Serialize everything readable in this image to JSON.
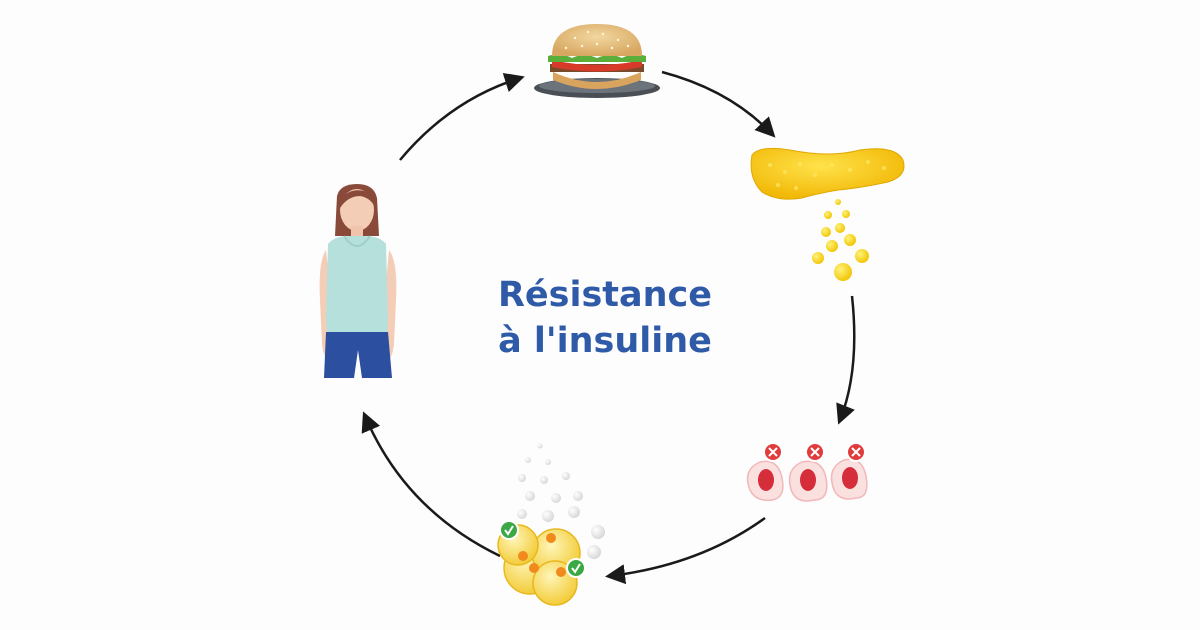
{
  "center_label": {
    "line1": "Résistance",
    "line2": "à l'insuline"
  },
  "stages": [
    {
      "id": "food",
      "icon": "burger-icon"
    },
    {
      "id": "insulin",
      "icon": "pancreas-icon"
    },
    {
      "id": "resistant-cells",
      "icon": "blocked-cells-icon"
    },
    {
      "id": "fat-storage",
      "icon": "fat-cells-icon"
    },
    {
      "id": "weight-gain",
      "icon": "woman-icon"
    }
  ],
  "colors": {
    "title": "#2e5aa8",
    "arrow": "#1a1a1a",
    "insulin": "#f5c800",
    "blocked": "#e03c3c",
    "accepted": "#3aa845"
  }
}
